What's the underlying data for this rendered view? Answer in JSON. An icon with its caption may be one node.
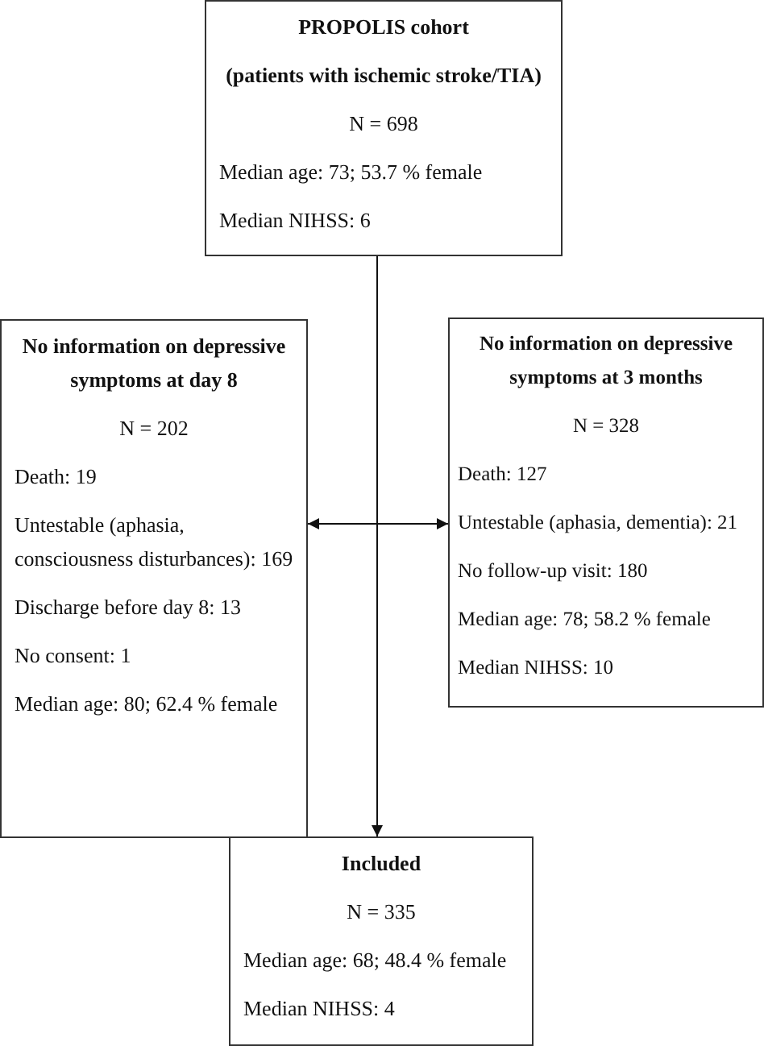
{
  "diagram": {
    "nodes": [
      {
        "text": [
          "PROPOLIS cohort",
          "(patients with ischemic stroke/TIA)",
          "N = 698",
          "Median age: 73; 53.7 % female",
          "Median NIHSS: 6"
        ]
      },
      {
        "text": [
          "No information on depressive symptoms at day 8",
          "N = 202",
          "Death: 19",
          "Untestable (aphasia, consciousness disturbances): 169",
          "Discharge before day 8: 13",
          "No consent: 1",
          "Median age: 80; 62.4 % female"
        ]
      },
      {
        "text": [
          "No information on depressive symptoms at 3 months",
          "N = 328",
          "Death: 127",
          "Untestable (aphasia, dementia): 21",
          "No follow-up visit: 180",
          "Median age: 78; 58.2 % female",
          "Median NIHSS: 10"
        ]
      },
      {
        "text": [
          "Included",
          "N = 335",
          "Median age: 68; 48.4 % female",
          "Median NIHSS: 4"
        ]
      }
    ],
    "edges": [
      {
        "from": 0,
        "to": 3,
        "arrow": "to"
      },
      {
        "from": 1,
        "to": 2,
        "arrow": "both"
      }
    ]
  }
}
